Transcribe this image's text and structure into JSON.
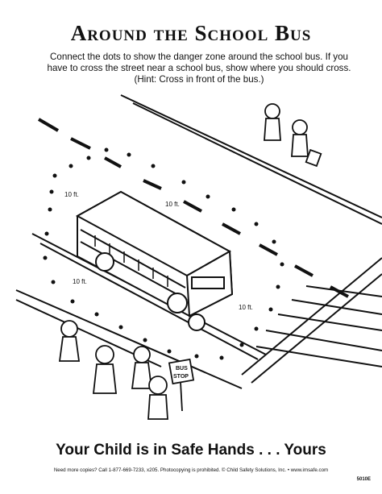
{
  "title": "Around the School Bus",
  "instructions": "Connect the dots to show the danger zone around the school bus. If you have to cross the street near a school bus, show where you should cross. (Hint: Cross in front of the bus.)",
  "labels": {
    "left_top": "10 ft.",
    "right_top": "10 ft.",
    "left_bottom": "10 ft.",
    "right_bottom": "10 ft.",
    "sign_line1": "BUS",
    "sign_line2": "STOP"
  },
  "tagline": "Your Child is in Safe Hands . . . Yours",
  "footer": "Need more copies? Call 1-877-669-7233, x205. Photocopying is prohibited. © Child Safety Solutions, Inc. • www.imsafe.com",
  "code": "5010E"
}
